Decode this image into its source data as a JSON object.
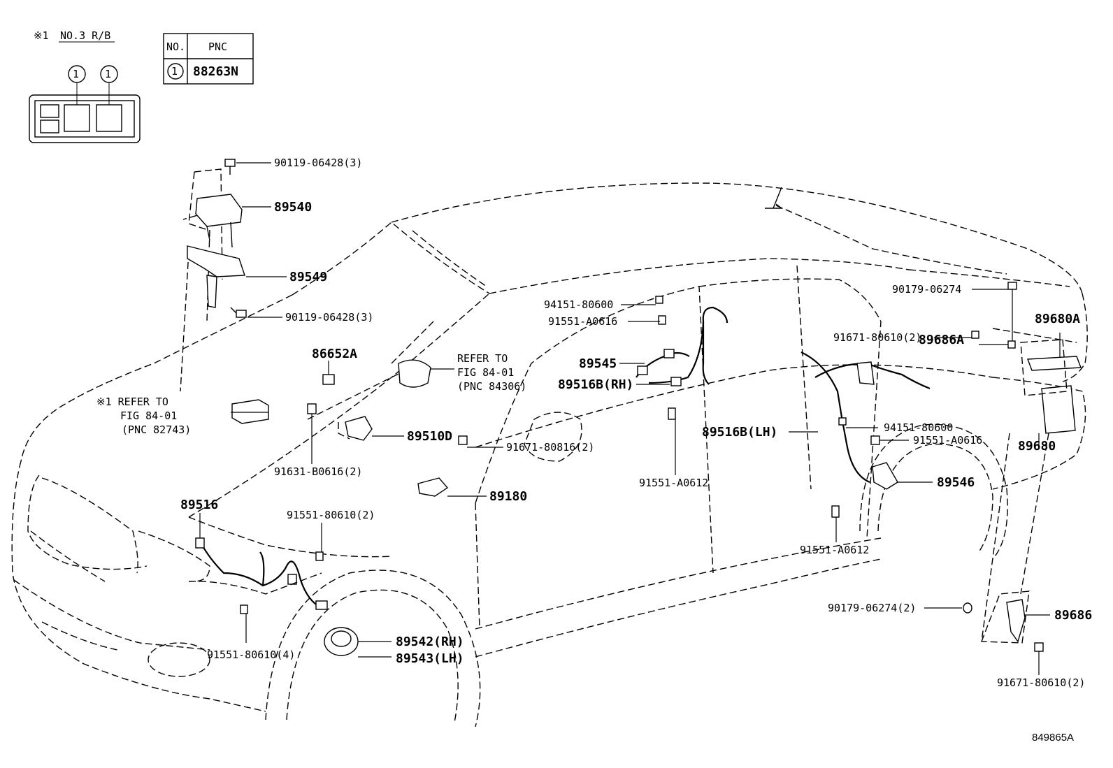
{
  "legend": {
    "note_mark": "※1",
    "note_title": "NO.3 R/B",
    "marker": "1",
    "table_header_no": "NO.",
    "table_header_pnc": "PNC",
    "table_row_no": "1",
    "table_row_pnc": "88263N"
  },
  "labels": {
    "p90119_06428_top": "90119-06428(3)",
    "p89540": "89540",
    "p89549": "89549",
    "p90119_06428_bot": "90119-06428(3)",
    "p86652A": "86652A",
    "ref_8401_a1": "REFER TO",
    "ref_8401_a2": "FIG 84-01",
    "ref_8401_a3": "(PNC 84306)",
    "ref_8401_b1": "※1 REFER TO",
    "ref_8401_b2": "FIG 84-01",
    "ref_8401_b3": "(PNC 82743)",
    "p89510D": "89510D",
    "p91631_B0616": "91631-B0616(2)",
    "p91671_80816": "91671-80816(2)",
    "p89180": "89180",
    "p89516": "89516",
    "p91551_80610_2": "91551-80610(2)",
    "p91551_80610_4": "91551-80610(4)",
    "p89542": "89542(RH)",
    "p89543": "89543(LH)",
    "p94151_80600_a": "94151-80600",
    "p91551_A0616_a": "91551-A0616",
    "p89545": "89545",
    "p89516B_RH": "89516B(RH)",
    "p89516B_LH": "89516B(LH)",
    "p91551_A0612_a": "91551-A0612",
    "p94151_80600_b": "94151-80600",
    "p91551_A0616_b": "91551-A0616",
    "p89546": "89546",
    "p91551_A0612_b": "91551-A0612",
    "p90179_06274": "90179-06274",
    "p91671_80610_top": "91671-80610(2)",
    "p89680A": "89680A",
    "p89686A": "89686A",
    "p89680": "89680",
    "p90179_06274_2": "90179-06274(2)",
    "p89686": "89686",
    "p91671_80610_bot": "91671-80610(2)",
    "fig_code": "849865A"
  }
}
